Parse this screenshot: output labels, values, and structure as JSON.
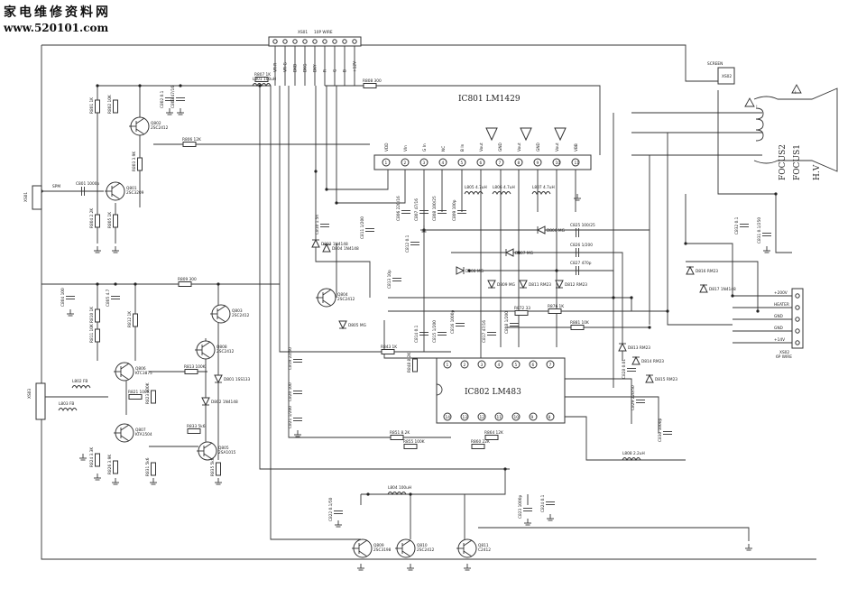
{
  "watermark": {
    "title": "家电维修资料网",
    "url": "www.520101.com"
  },
  "connectors": {
    "top": {
      "ref": "XS01",
      "desc": "10P WIRE",
      "pins": [
        "VR-R",
        "VR-G",
        "DKB",
        "DKG",
        "DKY",
        "R",
        "G",
        "B",
        "+12V"
      ]
    },
    "left_input": {
      "ref": "XS01",
      "desc": "SPM"
    },
    "left_audio": {
      "ref": "XS03"
    },
    "right_power": {
      "ref": "XS02",
      "desc": "6P WIRE",
      "pins": [
        "+200V",
        "HEATER",
        "GND",
        "GND",
        "+14V"
      ]
    },
    "crt_socket": {
      "ref": "XS02",
      "label": "SCREEN"
    }
  },
  "chips": {
    "ic801": {
      "title": "IC801 LM1429",
      "pins": [
        "1",
        "2",
        "3",
        "4",
        "5",
        "6",
        "7",
        "8",
        "9",
        "10",
        "11"
      ],
      "pin_names": [
        "VDD",
        "VIn",
        "G In",
        "NC",
        "B In",
        "Vout",
        "GND",
        "Vout",
        "GND",
        "Vout",
        "VBB"
      ]
    },
    "ic802": {
      "title": "IC802 LM483",
      "pins_top": [
        "1",
        "2",
        "3",
        "4",
        "5",
        "6",
        "7"
      ],
      "pins_bottom": [
        "14",
        "13",
        "12",
        "11",
        "10",
        "9",
        "8"
      ]
    }
  },
  "crt": {
    "labels": [
      "FOCUS2",
      "FOCUS1",
      "H.V"
    ]
  },
  "components": {
    "transistors": [
      {
        "ref": "Q801",
        "part": "2SC3209"
      },
      {
        "ref": "Q802",
        "part": "2SC2412"
      },
      {
        "ref": "Q803",
        "part": "2SC2412"
      },
      {
        "ref": "Q804",
        "part": "2SC2412"
      },
      {
        "ref": "Q805",
        "part": "2SA1015"
      },
      {
        "ref": "Q806",
        "part": "KTC3875"
      },
      {
        "ref": "Q807",
        "part": "KTA1504"
      },
      {
        "ref": "Q808",
        "part": "2SC2412"
      },
      {
        "ref": "Q809",
        "part": "2SC3198"
      },
      {
        "ref": "Q810",
        "part": "2SC2412"
      },
      {
        "ref": "Q811",
        "part": "C2412"
      }
    ],
    "resistor_labels": [
      "R801 1K",
      "R802 10K",
      "R803 3.9K",
      "R804 2.2K",
      "R805 1K",
      "R806 12K",
      "R807 1K",
      "R808 300",
      "R809 300",
      "R810 1K",
      "R811 10K",
      "R812 1K",
      "R813 100K",
      "R821 100K",
      "R823 100K",
      "R824 3.3K",
      "R826 3.9K",
      "R831 5k6",
      "R833 5k6",
      "R835 5k6",
      "R843 1K",
      "R848 8.2K",
      "R851 8.2K",
      "R855 100K",
      "R860 22K",
      "R864 12K",
      "R872 33",
      "R876 1K",
      "R881 10K"
    ],
    "capacitor_labels": [
      "C801 1000p",
      "C802 0.1",
      "C803 47/16",
      "C804 100",
      "C805 4.7",
      "C806 220/16",
      "C807 47/16",
      "C808 100/25",
      "C809 100p",
      "C810 1.5n",
      "C811 1/200",
      "C812 0.1",
      "C813 10p",
      "C814 0.1",
      "C815 1/200",
      "C816 1000p",
      "C817 47/16",
      "C818 1/200",
      "C819 22/50",
      "C820 100",
      "C821 1/200",
      "C822 0.1/50",
      "C823 1000p",
      "C824 0.1",
      "C825 100/25",
      "C826 1/200",
      "C827 470p",
      "C828 0.01",
      "C829 220/50",
      "C830 1000p",
      "C831 0.1/250",
      "C832 0.1"
    ],
    "diode_labels": [
      "D801 1SS133",
      "D802 1N4148",
      "D803 1N4148",
      "D804 1N4148",
      "D805 MG",
      "D806 MG",
      "D807 MG",
      "D808 MG",
      "D809 MG",
      "D811 RM23",
      "D812 RM23",
      "D813 RM23",
      "D814 RM23",
      "D815 RM23",
      "D816 RM23",
      "D817 1N4148"
    ],
    "inductor_labels": [
      "L801 100uH",
      "L802 FB",
      "L803 FB",
      "L804 100uH",
      "L805 4.7uH",
      "L806 4.7uH",
      "L807 4.7uH",
      "L808 2.2uH"
    ]
  }
}
